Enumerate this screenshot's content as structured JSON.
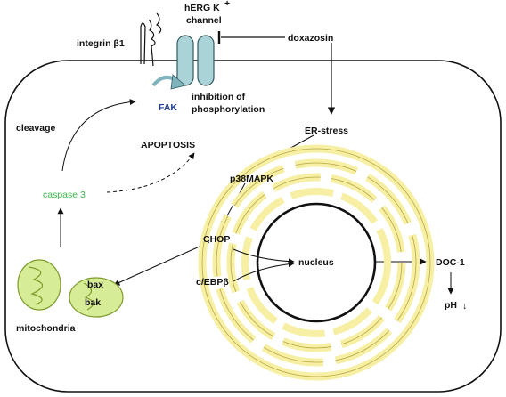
{
  "labels": {
    "herg": "hERG K",
    "herg_sup": "+",
    "channel": "channel",
    "integrin": "integrin β1",
    "doxazosin": "doxazosin",
    "inhibition_line1": "inhibition of",
    "inhibition_line2": "phosphorylation",
    "fak": "FAK",
    "cleavage": "cleavage",
    "apoptosis": "APOPTOSIS",
    "er_stress": "ER-stress",
    "p38mapk": "p38MAPK",
    "caspase3": "caspase 3",
    "chop": "CHOP",
    "nucleus": "nucleus",
    "cebp": "c/EBPβ",
    "doc1": "DOC-1",
    "bax": "bax",
    "bak": "bak",
    "mitochondria": "mitochondria",
    "ph": "pH",
    "ph_arrow": "↓"
  },
  "colors": {
    "membrane": "#111111",
    "channel_fill": "#a9d3d6",
    "channel_stroke": "#345a60",
    "er_fill": "#f6efa4",
    "er_stroke": "#b7a640",
    "mito_fill": "#d6ec97",
    "mito_stroke": "#7e9b2b",
    "fak_blue": "#1f3f9a",
    "caspase_green": "#3cb84a",
    "curved_arrow": "#7fb3bd"
  }
}
